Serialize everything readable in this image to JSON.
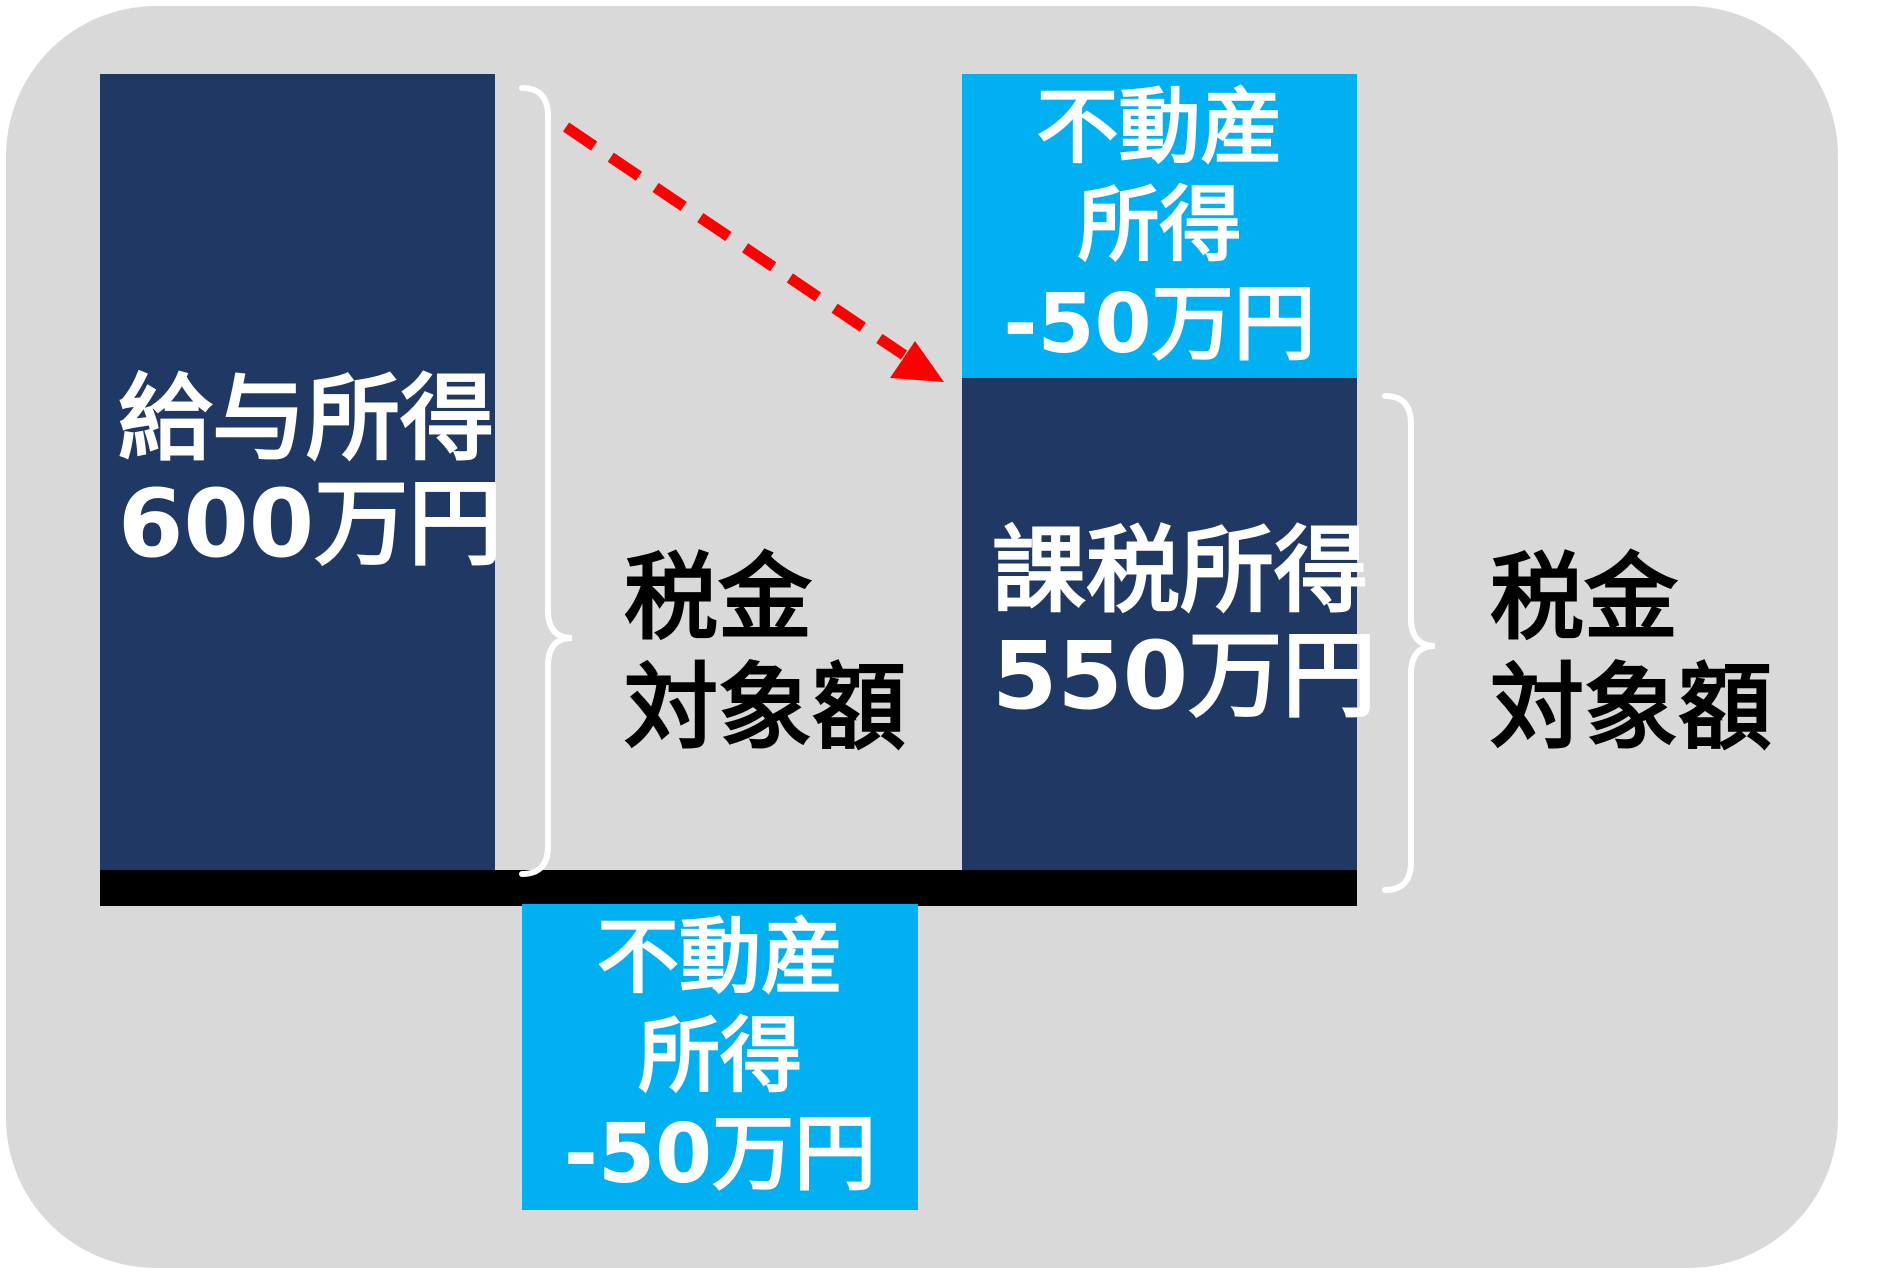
{
  "salary_income": {
    "line1": "給与所得",
    "line2": "600万円"
  },
  "taxable_income": {
    "line1": "課税所得",
    "line2": "550万円"
  },
  "real_estate_income_top": {
    "line1": "不動産",
    "line2": "所得",
    "line3": "-50万円"
  },
  "real_estate_income_bottom": {
    "line1": "不動産",
    "line2": "所得",
    "line3": "-50万円"
  },
  "label_left": {
    "line1": "税金",
    "line2": "対象額"
  },
  "label_right": {
    "line1": "税金",
    "line2": "対象額"
  },
  "colors": {
    "navy": "#203864",
    "cyan": "#00b0f0",
    "panel": "#d9d9d9",
    "arrow": "#ff0000"
  }
}
